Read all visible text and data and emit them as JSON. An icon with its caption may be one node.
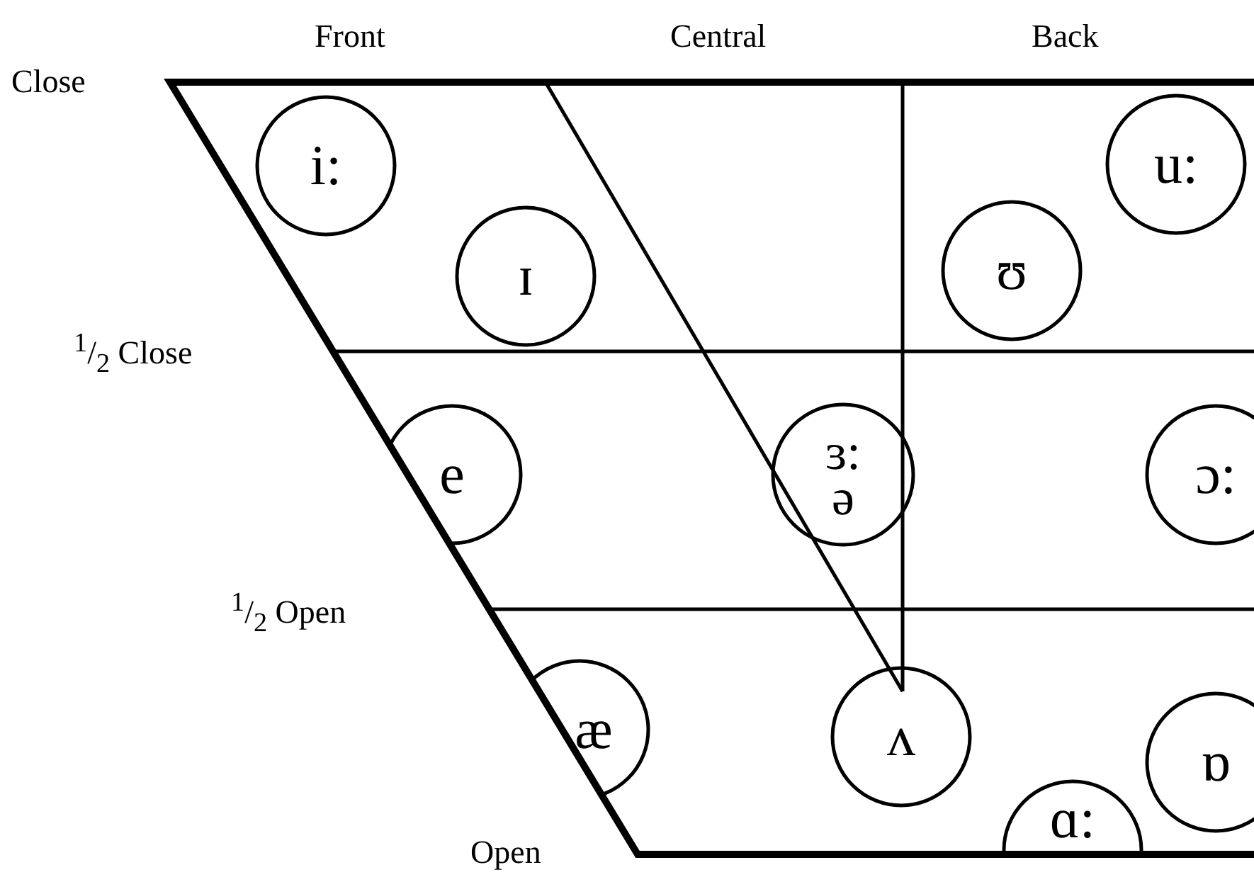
{
  "diagram": {
    "nodes": [
      {
        "text": [
          "i:"
        ]
      },
      {
        "text": [
          "ɪ"
        ]
      },
      {
        "text": [
          "ʊ"
        ]
      },
      {
        "text": [
          "u:"
        ]
      },
      {
        "text": [
          "e"
        ]
      },
      {
        "text": [
          "ɜ:",
          "ə"
        ]
      },
      {
        "text": [
          "ɔ:"
        ]
      },
      {
        "text": [
          "æ"
        ]
      },
      {
        "text": [
          "ʌ"
        ]
      },
      {
        "text": [
          "ɒ"
        ]
      },
      {
        "text": [
          "ɑ:"
        ]
      }
    ],
    "labels": [
      "Front",
      "Central",
      "Back",
      "Close",
      "$^{1}$/$_{2}$ Close",
      "$^{1}$/$_{2}$ Open",
      "Open"
    ]
  }
}
